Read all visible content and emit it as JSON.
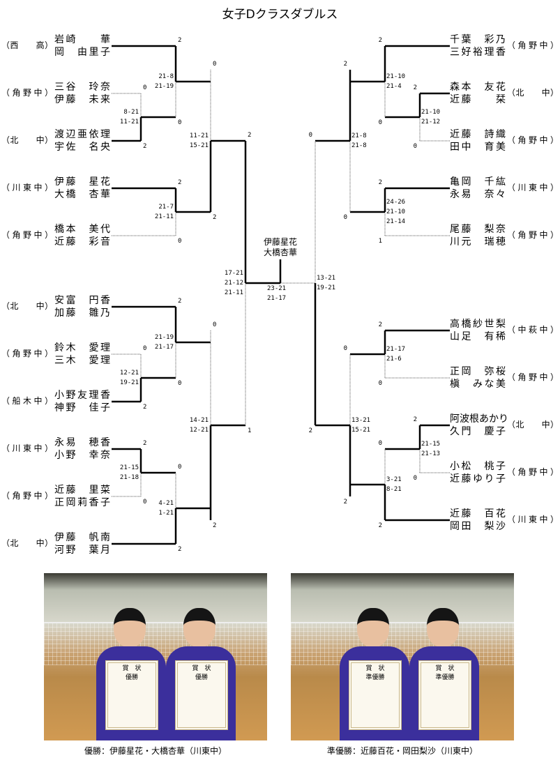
{
  "title": "女子Dクラスダブルス",
  "left": {
    "entries": [
      {
        "school": "（西　　高）",
        "name1": "岩崎　　華",
        "name2": "岡　由里子"
      },
      {
        "school": "（角野中）",
        "name1": "三谷　玲奈",
        "name2": "伊藤　未来"
      },
      {
        "school": "（北　　中）",
        "name1": "渡辺亜依理",
        "name2": "宇佐　名央"
      },
      {
        "school": "（川東中）",
        "name1": "伊藤　星花",
        "name2": "大橋　杏華"
      },
      {
        "school": "（角野中）",
        "name1": "橋本　美代",
        "name2": "近藤　彩音"
      },
      {
        "school": "（北　　中）",
        "name1": "安富　円香",
        "name2": "加藤　雛乃"
      },
      {
        "school": "（角野中）",
        "name1": "鈴木　愛理",
        "name2": "三木　愛理"
      },
      {
        "school": "（船木中）",
        "name1": "小野友理香",
        "name2": "神野　佳子"
      },
      {
        "school": "（川東中）",
        "name1": "永易　穂香",
        "name2": "小野　幸奈"
      },
      {
        "school": "（角野中）",
        "name1": "近藤　里菜",
        "name2": "正岡莉香子"
      },
      {
        "school": "（北　　中）",
        "name1": "伊藤　帆南",
        "name2": "河野　葉月"
      }
    ],
    "matches": [
      {
        "top_games": "0",
        "bottom_games": "2",
        "scores": [
          "8-21",
          "11-21"
        ]
      },
      {
        "top_games": "2",
        "bottom_games": "0",
        "scores": [
          "21-8",
          "21-19"
        ]
      },
      {
        "top_games": "2",
        "bottom_games": "0",
        "scores": [
          "21-7",
          "21-11"
        ]
      },
      {
        "top_games": "0",
        "bottom_games": "2",
        "scores": [
          "11-21",
          "15-21"
        ]
      },
      {
        "top_games": "0",
        "bottom_games": "2",
        "scores": [
          "12-21",
          "19-21"
        ]
      },
      {
        "top_games": "2",
        "bottom_games": "0",
        "scores": [
          "21-19",
          "21-17"
        ]
      },
      {
        "top_games": "2",
        "bottom_games": "0",
        "scores": [
          "21-15",
          "21-18"
        ]
      },
      {
        "top_games": "0",
        "bottom_games": "2",
        "scores": [
          "4-21",
          "1-21"
        ]
      },
      {
        "top_games": "0",
        "bottom_games": "2",
        "scores": [
          "14-21",
          "12-21"
        ]
      },
      {
        "top_games": "2",
        "bottom_games": "1",
        "scores": [
          "17-21",
          "21-12",
          "21-11"
        ]
      }
    ]
  },
  "right": {
    "entries": [
      {
        "school": "（角野中）",
        "name1": "千葉　彩乃",
        "name2": "三好裕理香"
      },
      {
        "school": "（北　　中）",
        "name1": "森本　友花",
        "name2": "近藤　　栞"
      },
      {
        "school": "（角野中）",
        "name1": "近藤　詩織",
        "name2": "田中　育美"
      },
      {
        "school": "（川東中）",
        "name1": "亀岡　千紘",
        "name2": "永易　奈々"
      },
      {
        "school": "（角野中）",
        "name1": "尾藤　梨奈",
        "name2": "川元　瑞穂"
      },
      {
        "school": "（中萩中）",
        "name1": "高橋紗世梨",
        "name2": "山足　有稀"
      },
      {
        "school": "（角野中）",
        "name1": "正岡　弥桜",
        "name2": "槇　みな美"
      },
      {
        "school": "（北　　中）",
        "name1": "阿波根あかり",
        "name2": "久門　慶子"
      },
      {
        "school": "（角野中）",
        "name1": "小松　桃子",
        "name2": "近藤ゆり子"
      },
      {
        "school": "（川東中）",
        "name1": "近藤　百花",
        "name2": "岡田　梨沙"
      }
    ],
    "matches": [
      {
        "top_games": "2",
        "bottom_games": "0",
        "scores": [
          "21-10",
          "21-12"
        ]
      },
      {
        "top_games": "2",
        "bottom_games": "0",
        "scores": [
          "21-10",
          "21-4"
        ]
      },
      {
        "top_games": "2",
        "bottom_games": "1",
        "scores": [
          "24-26",
          "21-10",
          "21-14"
        ]
      },
      {
        "top_games": "2",
        "bottom_games": "0",
        "scores": [
          "21-8",
          "21-8"
        ]
      },
      {
        "top_games": "2",
        "bottom_games": "0",
        "scores": [
          "21-17",
          "21-6"
        ]
      },
      {
        "top_games": "2",
        "bottom_games": "0",
        "scores": [
          "21-15",
          "21-13"
        ]
      },
      {
        "top_games": "0",
        "bottom_games": "2",
        "scores": [
          "3-21",
          "8-21"
        ]
      },
      {
        "top_games": "0",
        "bottom_games": "2",
        "scores": [
          "13-21",
          "15-21"
        ]
      },
      {
        "top_games": "0",
        "bottom_games": "2",
        "scores": [
          "13-21",
          "19-21"
        ]
      }
    ]
  },
  "final": {
    "champion_line1": "伊藤星花",
    "champion_line2": "大橋杏華",
    "scores": [
      "23-21",
      "21-17"
    ]
  },
  "photos": [
    {
      "certificate_title": "賞　状",
      "certificate_award": "優勝",
      "caption": "優勝：伊藤星花・大橋杏華（川東中）"
    },
    {
      "certificate_title": "賞　状",
      "certificate_award": "準優勝",
      "caption": "準優勝：近藤百花・岡田梨沙（川東中）"
    }
  ]
}
